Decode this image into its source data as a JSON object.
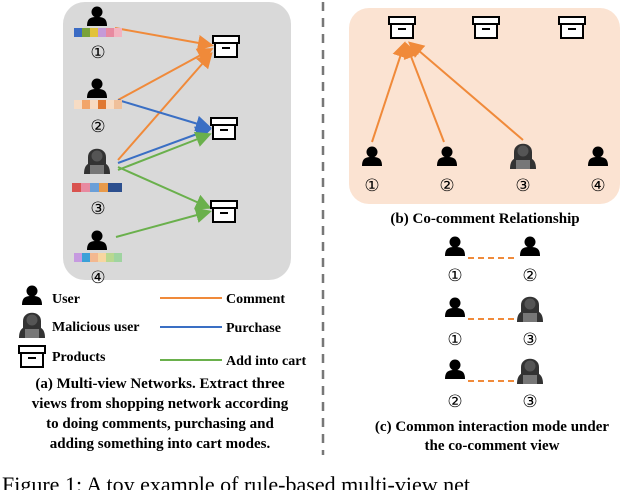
{
  "panel_a": {
    "nodes": [
      "①",
      "②",
      "③",
      "④"
    ],
    "legend": {
      "user": "User",
      "malicious_user": "Malicious user",
      "products": "Products",
      "comment": "Comment",
      "purchase": "Purchase",
      "add_into_cart": "Add into cart"
    },
    "caption_lines": [
      "(a) Multi-view Networks. Extract three",
      "views from shopping network according",
      "to doing comments, purchasing and",
      "adding something into cart modes."
    ]
  },
  "panel_b": {
    "nodes": [
      "①",
      "②",
      "③",
      "④"
    ],
    "caption": "(b) Co-comment Relationship"
  },
  "panel_c": {
    "pairs": [
      [
        "①",
        "②"
      ],
      [
        "①",
        "③"
      ],
      [
        "②",
        "③"
      ]
    ],
    "caption_lines": [
      "(c) Common interaction mode under",
      "the co-comment view"
    ]
  },
  "figure_caption": "Figure 1: A toy example of rule-based multi-view net",
  "colors": {
    "comment": "#f08a3a",
    "purchase": "#3a6fc4",
    "add_into_cart": "#6ab04c",
    "panel_a_bg": "#d9d9d9",
    "panel_b_bg": "#fbe3d2",
    "divider": "#777777"
  }
}
